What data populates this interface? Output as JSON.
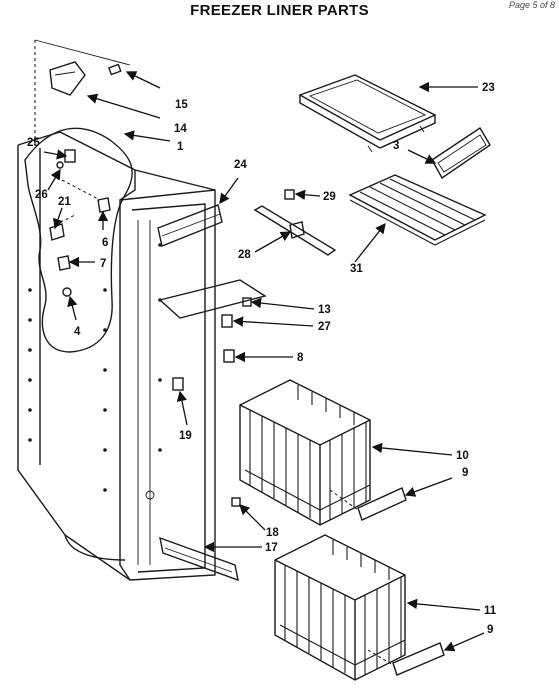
{
  "title": "FREEZER LINER PARTS",
  "corner_text": "Page 5 of 8",
  "callouts": [
    "15",
    "14",
    "1",
    "25",
    "26",
    "21",
    "6",
    "7",
    "4",
    "24",
    "23",
    "3",
    "29",
    "28",
    "31",
    "13",
    "27",
    "8",
    "19",
    "10",
    "9",
    "18",
    "17",
    "11",
    "9"
  ]
}
